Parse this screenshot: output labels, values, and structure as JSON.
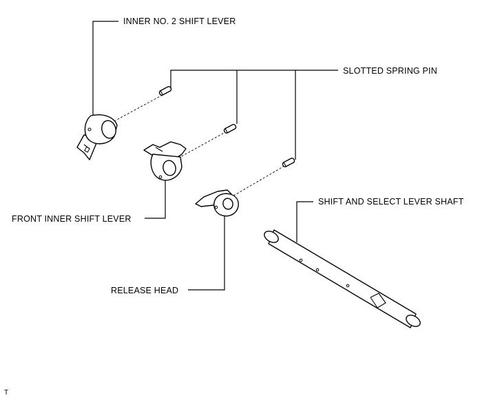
{
  "labels": {
    "inner_no2_shift_lever": "INNER NO. 2 SHIFT LEVER",
    "slotted_spring_pin": "SLOTTED SPRING PIN",
    "front_inner_shift_lever": "FRONT INNER SHIFT LEVER",
    "shift_and_select_lever_shaft": "SHIFT AND SELECT LEVER SHAFT",
    "release_head": "RELEASE HEAD"
  },
  "corner_mark": "T",
  "colors": {
    "line": "#000000",
    "background": "#ffffff"
  }
}
